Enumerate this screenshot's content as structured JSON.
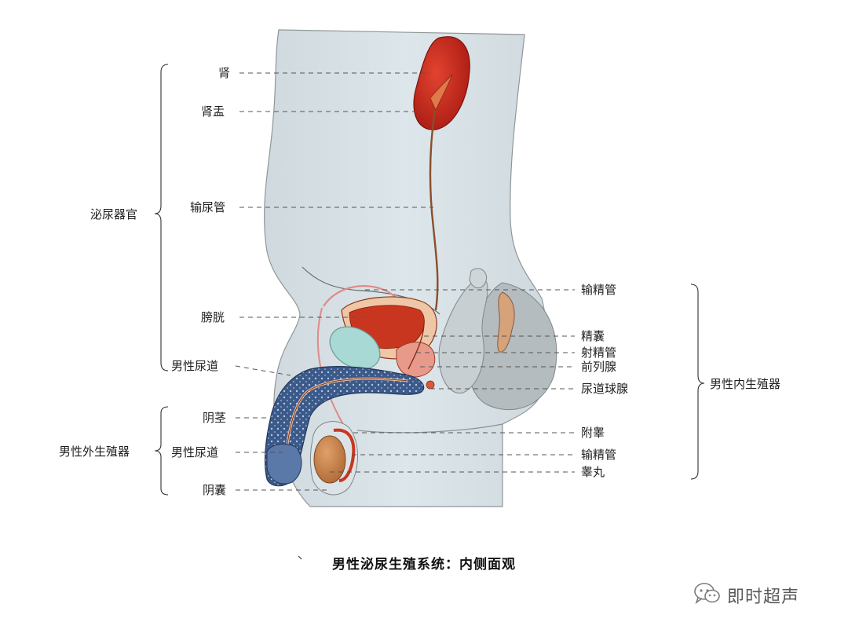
{
  "caption": "男性泌尿生殖系统：内侧面观",
  "brand": {
    "name": "即时超声",
    "icon": "wechat-icon"
  },
  "groups": {
    "urinary": "泌尿器官",
    "internal": "男性内生殖器",
    "external": "男性外生殖器"
  },
  "labels": {
    "kidney": "肾",
    "renal_pelvis": "肾盂",
    "ureter": "输尿管",
    "bladder": "膀胱",
    "urethra_upper": "男性尿道",
    "penis": "阴茎",
    "urethra_lower": "男性尿道",
    "scrotum": "阴囊",
    "vas_deferens_upper": "输精管",
    "seminal_vesicle": "精囊",
    "ejaculatory_duct": "射精管",
    "prostate": "前列腺",
    "bulbourethral_gland": "尿道球腺",
    "epididymis": "附睾",
    "vas_deferens_lower": "输精管",
    "testis": "睾丸"
  },
  "colors": {
    "body_fill": "#d9e2e6",
    "body_shadow": "#bfc6c9",
    "kidney": "#c6261c",
    "bladder": "#d2452c",
    "urethra_blue": "#3f5f8f",
    "testis": "#c98450",
    "seminal": "#a9d9d4"
  }
}
